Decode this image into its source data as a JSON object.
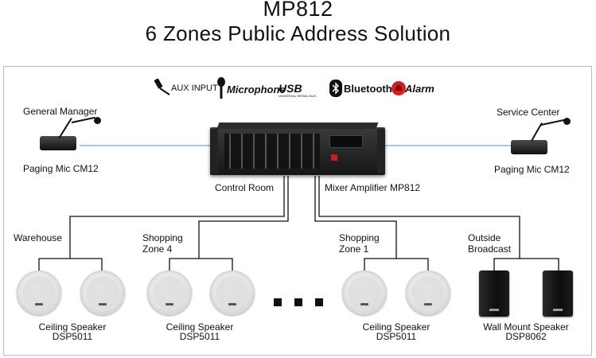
{
  "title": {
    "line1": "MP812",
    "line2": "6 Zones Public Address Solution"
  },
  "input_icons": [
    {
      "icon": "aux-plug-icon",
      "label": "AUX INPUT"
    },
    {
      "icon": "microphone-icon",
      "label": "Microphone"
    },
    {
      "icon": "usb-icon",
      "label": "USB",
      "sublabel": "UNIVERSAL SERIAL BUS"
    },
    {
      "icon": "bluetooth-icon",
      "label": "Bluetooth"
    },
    {
      "icon": "alarm-icon",
      "label": "Alarm"
    }
  ],
  "left_mic": {
    "location": "General Manager",
    "model": "Paging Mic CM12"
  },
  "right_mic": {
    "location": "Service Center",
    "model": "Paging Mic CM12"
  },
  "control_room": "Control Room",
  "amplifier": "Mixer Amplifier MP812",
  "zones": [
    {
      "name": "Warehouse",
      "speaker_type": "Ceiling Speaker",
      "speaker_model": "DSP5011"
    },
    {
      "name": "Shopping Zone 4",
      "name_line1": "Shopping",
      "name_line2": "Zone 4",
      "speaker_type": "Ceiling Speaker",
      "speaker_model": "DSP5011"
    },
    {
      "name": "Shopping Zone 1",
      "name_line1": "Shopping",
      "name_line2": "Zone 1",
      "speaker_type": "Ceiling Speaker",
      "speaker_model": "DSP5011"
    },
    {
      "name": "Outside Broadcast",
      "name_line1": "Outside",
      "name_line2": "Broadcast",
      "speaker_type": "Wall Mount Speaker",
      "speaker_model": "DSP8062"
    }
  ],
  "colors": {
    "wire": "#111111",
    "mic_link": "#6aa6d6",
    "alarm": "#d21f1f",
    "border": "#bdbdbd"
  }
}
